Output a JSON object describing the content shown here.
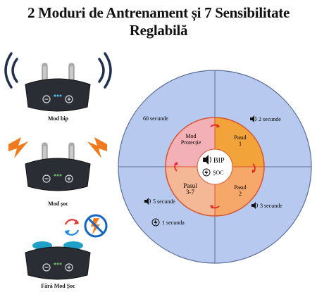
{
  "title": "2 Moduri de Antrenament și 7 Sensibilitate Reglabilă",
  "devices": [
    {
      "caption": "Mod bip",
      "icon": "sound-waves-icon"
    },
    {
      "caption": "Mod șoc",
      "icon": "lightning-icon"
    },
    {
      "caption": "Fără Mod Șoc",
      "icon": "no-shock-icon"
    }
  ],
  "wheel": {
    "center": {
      "bip_label": "BIP",
      "soc_label": "ȘOC"
    },
    "segments": [
      {
        "label_line1": "Mod",
        "label_line2": "Protecție",
        "color": "#f3b0b6"
      },
      {
        "label_line1": "Pasul",
        "label_line2": "1",
        "color": "#f2a33a"
      },
      {
        "label_line1": "Pasul",
        "label_line2": "2",
        "color": "#f5a86a"
      },
      {
        "label_line1": "Pasul",
        "label_line2": "3-7",
        "color": "#f4b896"
      }
    ],
    "outer_labels": {
      "top_left": "60 secunde",
      "top_right": "2 secunde",
      "bottom_right": "3 secunde",
      "bottom_left_1": "5 secunde",
      "bottom_left_2": "1 secunda"
    },
    "colors": {
      "outer": "#b7c9ee",
      "ring_border": "#d8532e",
      "arrows": "#e3231b",
      "lines": "#5b6d96"
    }
  }
}
